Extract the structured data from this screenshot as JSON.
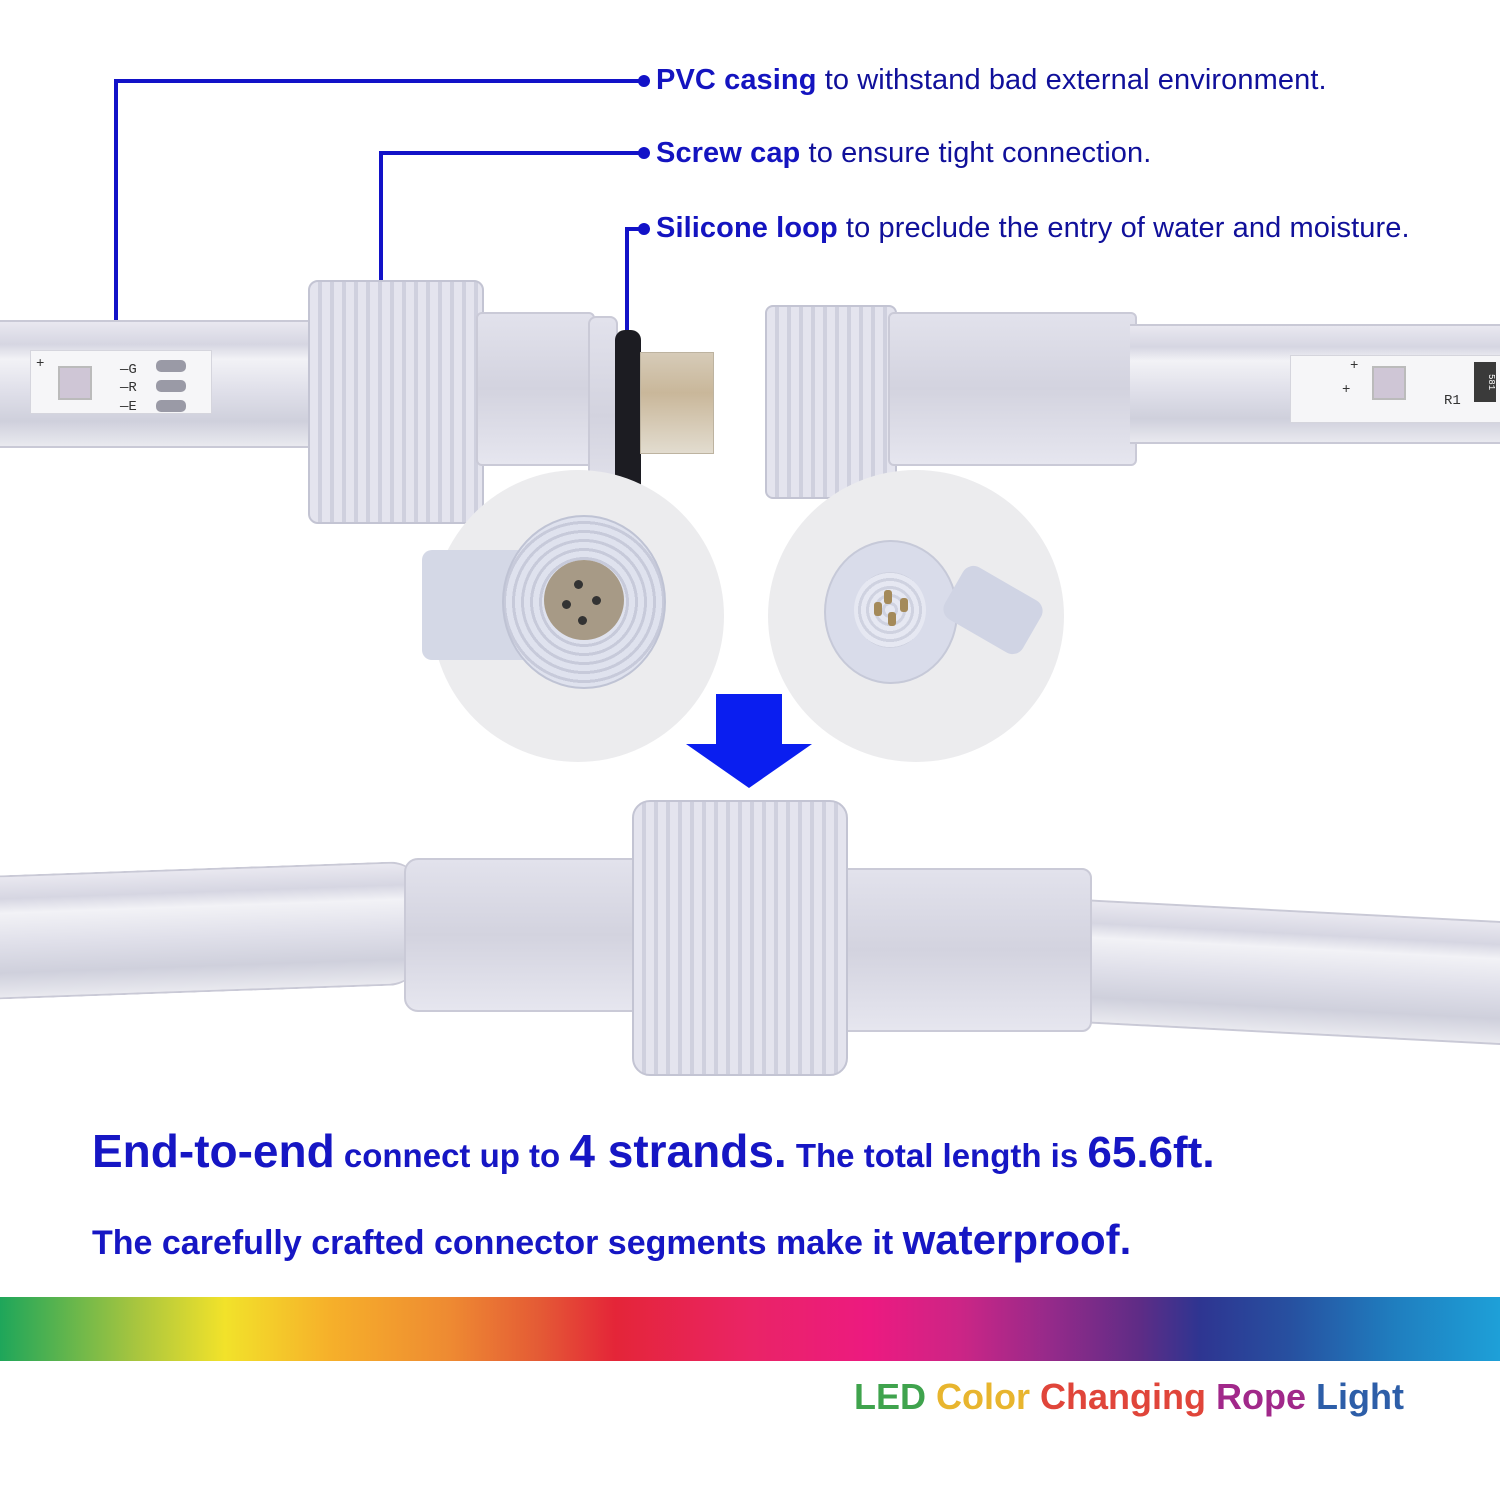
{
  "callouts": [
    {
      "bold": "PVC casing",
      "text": " to withstand bad external environment."
    },
    {
      "bold": "Screw cap",
      "text": " to ensure tight connection."
    },
    {
      "bold": "Silicone loop",
      "text": " to preclude the entry of water and moisture."
    }
  ],
  "pcb_labels": {
    "left_plus": "+",
    "pins": [
      "G",
      "R",
      "E"
    ],
    "right_plus_top": "+",
    "right_plus": "+",
    "resistor_ref": "R1",
    "resistor_code": "581"
  },
  "headline": {
    "part1_big": "End-to-end",
    "part2": " connect up to ",
    "part3_big": "4 strands.",
    "part4": " The total length is ",
    "part5_big": "65.6ft."
  },
  "subline": {
    "part1": "The carefully crafted connector segments make it ",
    "part2_big": "waterproof."
  },
  "tagline": {
    "words": [
      {
        "text": "LED",
        "color": "#3fa34d"
      },
      {
        "text": " Color",
        "color": "#e8b52e"
      },
      {
        "text": " Changing",
        "color": "#e0453a"
      },
      {
        "text": " Rope",
        "color": "#a1288a"
      },
      {
        "text": " Light",
        "color": "#2d5ea8"
      }
    ]
  },
  "colors": {
    "accent_blue": "#1414c0",
    "text_navy": "#10109a",
    "arrow_blue": "#0a1ef0"
  },
  "icons": {
    "arrow": "down-arrow-icon"
  }
}
